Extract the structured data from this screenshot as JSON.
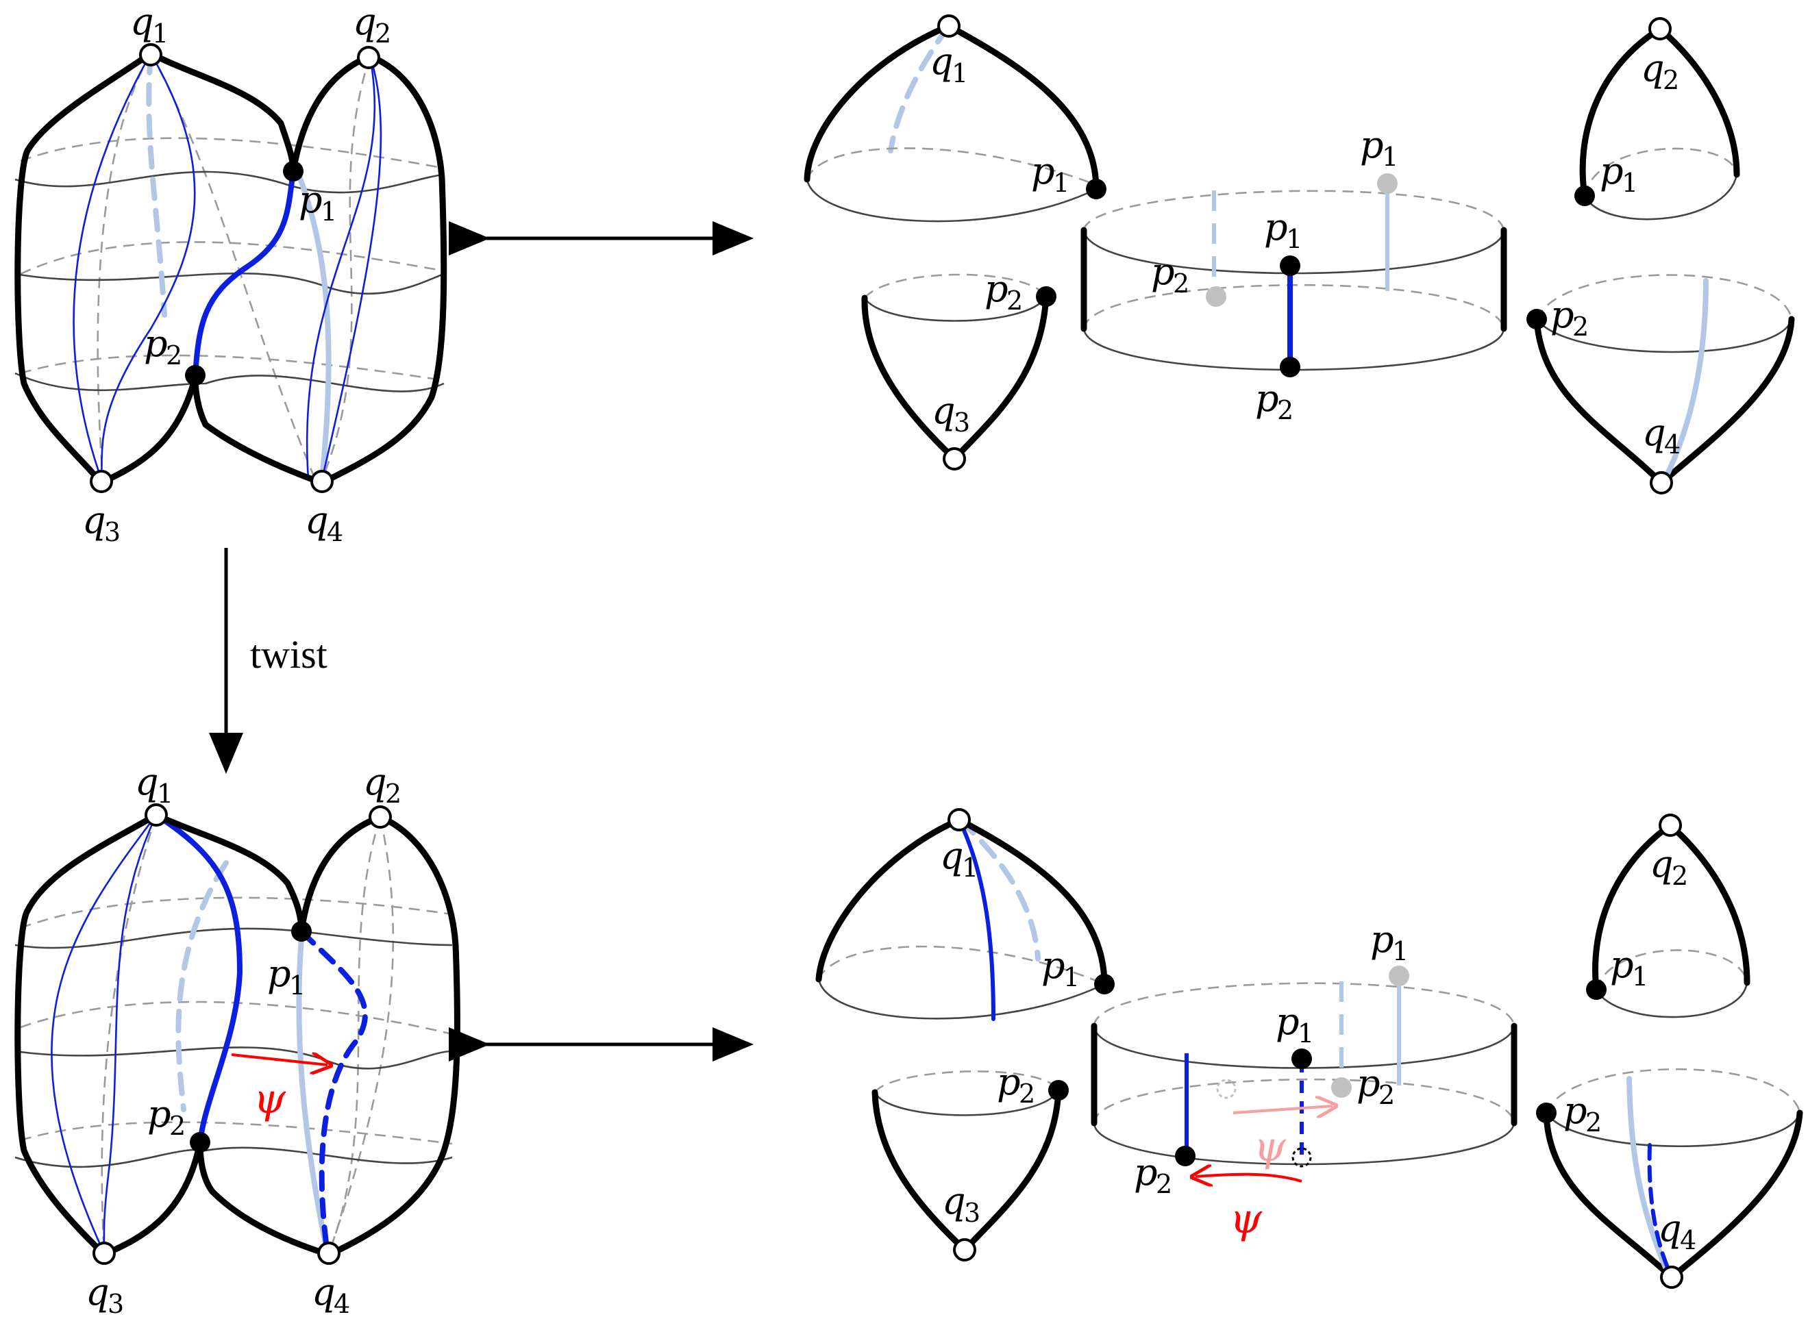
{
  "labels": {
    "q1": "q",
    "q1_sub": "1",
    "q2": "q",
    "q2_sub": "2",
    "q3": "q",
    "q3_sub": "3",
    "q4": "q",
    "q4_sub": "4",
    "p1": "p",
    "p1_sub": "1",
    "p2": "p",
    "p2_sub": "2",
    "psi": "ψ",
    "twist": "twist"
  },
  "colors": {
    "blue": "#0a1fe0",
    "light_blue": "#b2c6e6",
    "red": "#ff0000",
    "light_red": "#f4a0a0",
    "gray_point": "#c0c0c0"
  }
}
